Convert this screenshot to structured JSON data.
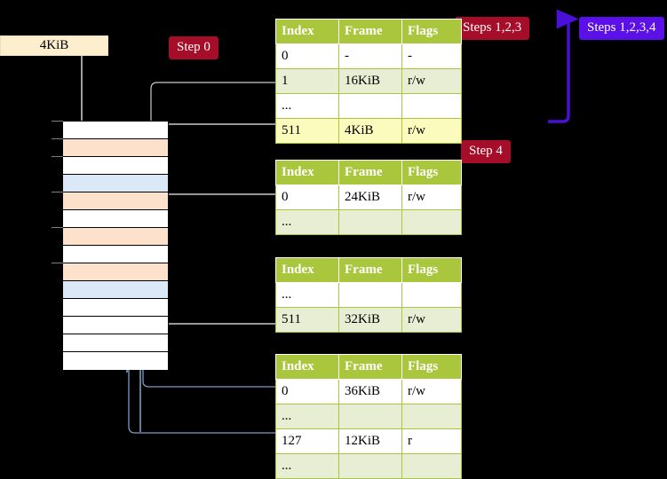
{
  "diagram": {
    "title": "page-table-walk-diagram",
    "colors": {
      "badge_red": "#a60d28",
      "badge_purple": "#5b10e8",
      "table_header": "#a9c63c",
      "table_alt_row": "#e8eed3",
      "highlight": "#fbfbbe",
      "mem_peach": "#fde1cb",
      "mem_blue": "#dbe8f7",
      "label_bg": "#fdeecd",
      "wire_gray": "#b5b5b5",
      "wire_blue": "#7a9cc6"
    }
  },
  "labels": {
    "size_label": "4KiB",
    "step0": "Step 0",
    "step4": "Step 4",
    "steps123": "Steps 1,2,3",
    "steps1234": "Steps 1,2,3,4"
  },
  "memory": {
    "name": "physical-memory-column",
    "rows": [
      {
        "fill": "white"
      },
      {
        "fill": "peach"
      },
      {
        "fill": "white"
      },
      {
        "fill": "blue"
      },
      {
        "fill": "peach"
      },
      {
        "fill": "white"
      },
      {
        "fill": "peach"
      },
      {
        "fill": "white"
      },
      {
        "fill": "peach"
      },
      {
        "fill": "blue"
      },
      {
        "fill": "white"
      },
      {
        "fill": "white"
      },
      {
        "fill": "white"
      },
      {
        "fill": "white"
      }
    ]
  },
  "tables": [
    {
      "name": "page-table-level-1",
      "columns": [
        "Index",
        "Frame",
        "Flags"
      ],
      "rows": [
        {
          "cells": [
            "0",
            "-",
            "-"
          ],
          "alt": false,
          "highlight": false
        },
        {
          "cells": [
            "1",
            "16KiB",
            "r/w"
          ],
          "alt": true,
          "highlight": false
        },
        {
          "cells": [
            "...",
            "",
            ""
          ],
          "alt": false,
          "highlight": false
        },
        {
          "cells": [
            "511",
            "4KiB",
            "r/w"
          ],
          "alt": true,
          "highlight": true
        }
      ]
    },
    {
      "name": "page-table-level-2",
      "columns": [
        "Index",
        "Frame",
        "Flags"
      ],
      "rows": [
        {
          "cells": [
            "0",
            "24KiB",
            "r/w"
          ],
          "alt": false,
          "highlight": false
        },
        {
          "cells": [
            "...",
            "",
            ""
          ],
          "alt": true,
          "highlight": false
        }
      ]
    },
    {
      "name": "page-table-level-3",
      "columns": [
        "Index",
        "Frame",
        "Flags"
      ],
      "rows": [
        {
          "cells": [
            "...",
            "",
            ""
          ],
          "alt": false,
          "highlight": false
        },
        {
          "cells": [
            "511",
            "32KiB",
            "r/w"
          ],
          "alt": true,
          "highlight": false
        }
      ]
    },
    {
      "name": "page-table-level-4",
      "columns": [
        "Index",
        "Frame",
        "Flags"
      ],
      "rows": [
        {
          "cells": [
            "0",
            "36KiB",
            "r/w"
          ],
          "alt": false,
          "highlight": false
        },
        {
          "cells": [
            "...",
            "",
            ""
          ],
          "alt": true,
          "highlight": false
        },
        {
          "cells": [
            "127",
            "12KiB",
            "r"
          ],
          "alt": false,
          "highlight": false
        },
        {
          "cells": [
            "...",
            "",
            ""
          ],
          "alt": true,
          "highlight": false
        }
      ]
    }
  ]
}
